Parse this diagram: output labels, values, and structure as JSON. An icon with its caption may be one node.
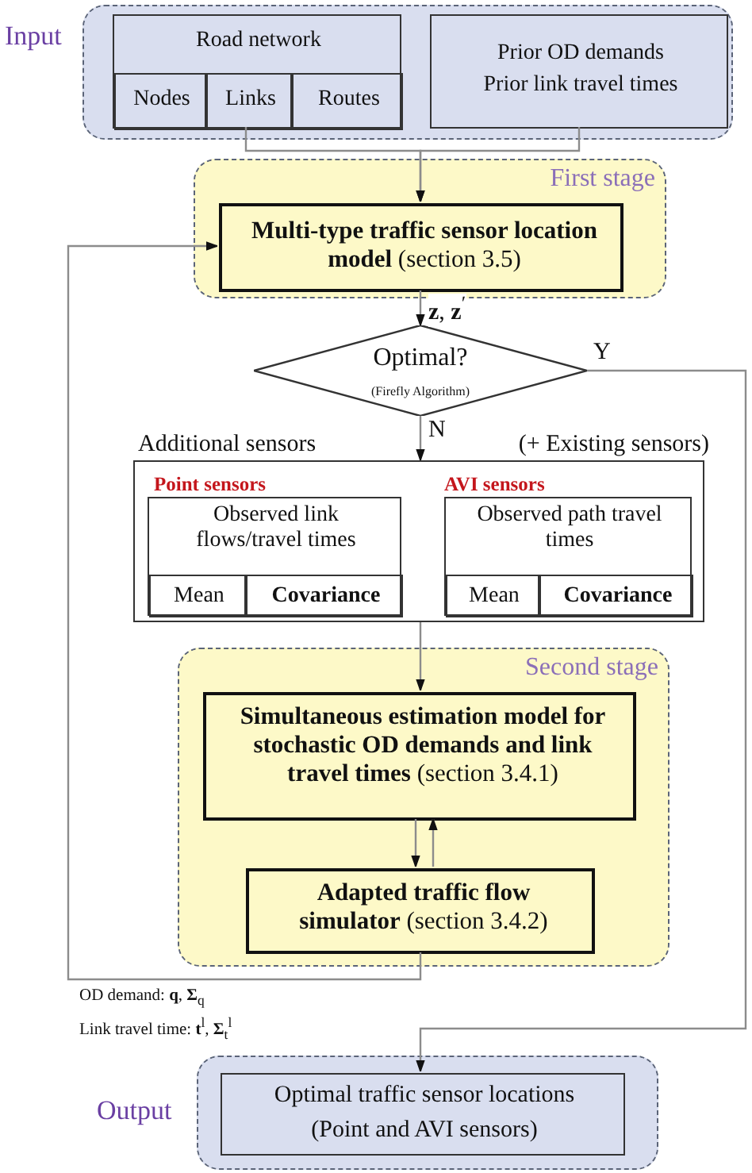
{
  "diagram": {
    "nodes": [
      {
        "text": [
          "Input"
        ]
      },
      {
        "text": [
          "Road network"
        ],
        "in": 0
      },
      {
        "text": [
          "Nodes"
        ],
        "in": 1
      },
      {
        "text": [
          "Links"
        ],
        "in": 1
      },
      {
        "text": [
          "Routes"
        ],
        "in": 1
      },
      {
        "text": [
          "Prior OD demands",
          "Prior link travel times"
        ],
        "in": 0
      },
      {
        "text": [
          "First stage"
        ]
      },
      {
        "text": [
          "**Multi-type** **traffic sensor location model** (section 3.5)"
        ],
        "in": 6
      },
      {
        "text": [
          "Optimal?",
          "(Firefly Algorithm)"
        ]
      },
      {
        "text": [],
        "shape": "box",
        "beside": [
          "Additional sensors",
          "(+ Existing sensors)"
        ]
      },
      {
        "text": [
          "Point sensors",
          "Observed link flows/travel times"
        ],
        "in": 9
      },
      {
        "text": [
          "Mean"
        ],
        "in": 10
      },
      {
        "text": [
          "Covariance"
        ],
        "in": 10
      },
      {
        "text": [
          "AVI sensors",
          "Observed path travel times"
        ],
        "in": 9
      },
      {
        "text": [
          "Mean"
        ],
        "in": 13
      },
      {
        "text": [
          "Covariance"
        ],
        "in": 13
      },
      {
        "text": [
          "Second stage"
        ]
      },
      {
        "text": [
          "**Simultaneous** **estimation model for stochastic OD demands and link travel times** (section 3.4.1)"
        ],
        "in": 16
      },
      {
        "text": [
          "**Adapted traffic flow simulator** (section 3.4.2)"
        ],
        "in": 16
      },
      {
        "text": [
          "Output"
        ]
      },
      {
        "text": [
          "Optimal traffic sensor locations",
          "(Point and AVI sensors)"
        ],
        "in": 19
      }
    ],
    "edges": [
      {
        "from": 3,
        "to": 7,
        "arrow": "to"
      },
      {
        "from": 5,
        "to": 7,
        "arrow": "to"
      },
      {
        "from": 7,
        "to": 8,
        "arrow": "to",
        "label": "**z**, **z**$^{′}$"
      },
      {
        "from": 8,
        "to": 9,
        "arrow": "to",
        "label": "N"
      },
      {
        "from": 8,
        "to": 20,
        "arrow": "to",
        "label": "Y"
      },
      {
        "from": 9,
        "to": 17,
        "arrow": "to"
      },
      {
        "from": 17,
        "to": 18,
        "arrow": "to"
      },
      {
        "from": 18,
        "to": 17,
        "arrow": "to"
      },
      {
        "from": 18,
        "to": 7,
        "arrow": "to",
        "label": "OD demand: **q**, **Σ**$_{q}$"
      }
    ],
    "labels": [
      "Link travel time: **t**$^{l}$, **Σ**$_{t}$$^{l}$"
    ]
  }
}
